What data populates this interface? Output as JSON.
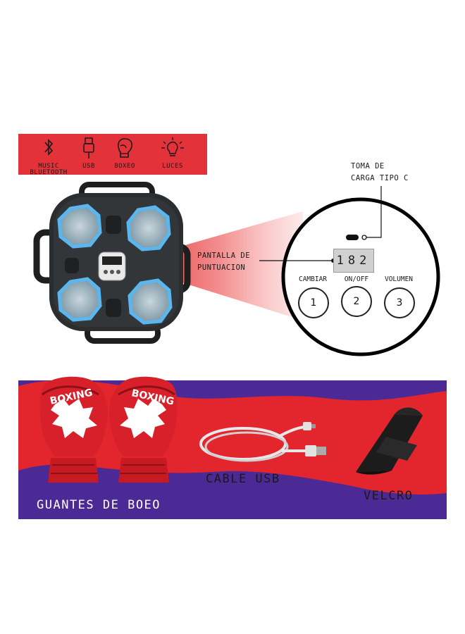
{
  "features": [
    {
      "icon": "bluetooth-icon",
      "label": "MUSIC\nBLUETOOTH"
    },
    {
      "icon": "usb-icon",
      "label": "USB"
    },
    {
      "icon": "boxing-glove-icon",
      "label": "BOXEO"
    },
    {
      "icon": "light-bulb-icon",
      "label": "LUCES"
    }
  ],
  "device": {
    "screen_label": "PANTALLA DE\nPUNTUACION",
    "charge_label": "TOMA DE\nCARGA TIPO C",
    "score": "182",
    "buttons": [
      {
        "label": "CAMBIAR",
        "number": "1"
      },
      {
        "label": "ON/OFF",
        "number": "2"
      },
      {
        "label": "VOLUMEN",
        "number": "3"
      }
    ]
  },
  "accessories": {
    "gloves_label": "GUANTES DE BOEO",
    "glove_print": "BOXING",
    "cable_label": "CABLE USB",
    "velcro_label": "VELCRO"
  },
  "colors": {
    "red": "#e3262e",
    "purple": "#4b2a95",
    "led_blue": "#5ab6ee"
  }
}
